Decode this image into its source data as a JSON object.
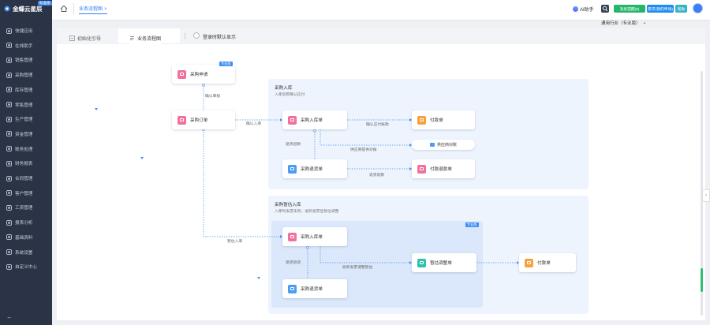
{
  "app": {
    "logo_text": "金蝶云星辰",
    "logo_badge": "标准版"
  },
  "sidebar": {
    "items": [
      {
        "label": "快捷应用",
        "icon": "grid-icon"
      },
      {
        "label": "在线助手",
        "icon": "assistant-icon"
      },
      {
        "label": "销售管理",
        "icon": "sales-icon"
      },
      {
        "label": "采购管理",
        "icon": "cart-icon"
      },
      {
        "label": "库存管理",
        "icon": "warehouse-icon"
      },
      {
        "label": "零售管理",
        "icon": "retail-icon"
      },
      {
        "label": "生产管理",
        "icon": "factory-icon"
      },
      {
        "label": "资金管理",
        "icon": "money-icon"
      },
      {
        "label": "账务处理",
        "icon": "ledger-icon"
      },
      {
        "label": "财务报表",
        "icon": "report-icon"
      },
      {
        "label": "合同管理",
        "icon": "contract-icon"
      },
      {
        "label": "客户管理",
        "icon": "customer-icon"
      },
      {
        "label": "工资管理",
        "icon": "salary-icon"
      },
      {
        "label": "报表分析",
        "icon": "analysis-icon"
      },
      {
        "label": "基础资料",
        "icon": "layers-icon"
      },
      {
        "label": "系统设置",
        "icon": "settings-icon"
      },
      {
        "label": "自定义中心",
        "icon": "custom-icon"
      }
    ]
  },
  "topbar": {
    "tab_label": "业务流程图",
    "tab_close": "×",
    "ai_label": "AI助手",
    "buttons": [
      {
        "label": "消息提醒(8)",
        "color": "#27b56b"
      },
      {
        "label": "需求(我的申请)",
        "color": "#1f8cf0"
      },
      {
        "label": "帮助",
        "color": "#36b3c6"
      }
    ],
    "industry": "通用行业（专业版）",
    "industry_caret": "⌄"
  },
  "panel": {
    "tabs": [
      {
        "label": "初始化引导",
        "icon": "guide-icon"
      },
      {
        "label": "业务流程图",
        "icon": "flow-icon"
      }
    ],
    "toggle_label": "登录时默认显示"
  },
  "flow": {
    "groups": [
      {
        "title": "采购入库",
        "subtitle": "入库后即确认应付"
      },
      {
        "title": "采购暂估入库",
        "subtitle": "入库时发票未到，收到发票后暂估调整"
      }
    ],
    "nodes": [
      {
        "id": "n1",
        "label": "采购申请",
        "color": "#f2719c",
        "tag": "专业版"
      },
      {
        "id": "n2",
        "label": "采购订单",
        "color": "#f2719c"
      },
      {
        "id": "n3",
        "label": "采购入库单",
        "color": "#f2719c"
      },
      {
        "id": "n4",
        "label": "付款单",
        "color": "#f7a13c"
      },
      {
        "id": "n5",
        "label": "采购退货单",
        "color": "#4a9df3"
      },
      {
        "id": "n6",
        "label": "付款退款单",
        "color": "#f2719c"
      },
      {
        "id": "n7",
        "label": "采购入库单",
        "color": "#f2719c",
        "tag": "专业版"
      },
      {
        "id": "n8",
        "label": "暂估调整单",
        "color": "#2ec2a8"
      },
      {
        "id": "n9",
        "label": "付款单",
        "color": "#f7a13c"
      },
      {
        "id": "n10",
        "label": "采购退货单",
        "color": "#4a9df3"
      }
    ],
    "pill": {
      "label": "供应商对账"
    },
    "edge_labels": [
      "确认审核",
      "确认入库",
      "确认应付账款",
      "退货退款",
      "供应商提供对账",
      "退货退款",
      "暂估入库",
      "退货退货",
      "收到发票调整暂估"
    ]
  }
}
